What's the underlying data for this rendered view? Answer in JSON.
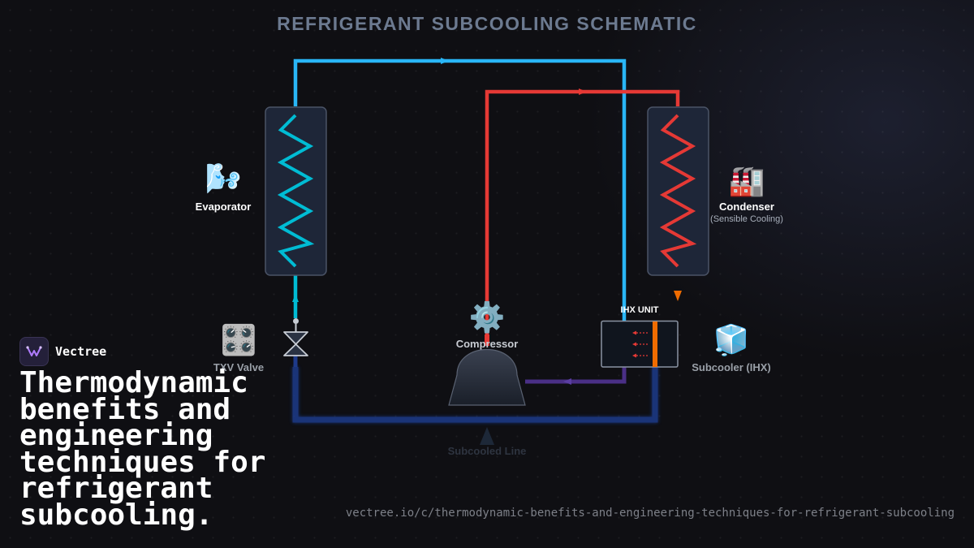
{
  "diagram": {
    "title": "REFRIGERANT SUBCOOLING SCHEMATIC",
    "components": {
      "evaporator": {
        "label": "Evaporator",
        "icon": "wind-face-icon"
      },
      "condenser": {
        "label": "Condenser",
        "sublabel": "(Sensible Cooling)",
        "icon": "factory-icon"
      },
      "txv_valve": {
        "label": "TXV Valve",
        "icon": "control-knobs-icon"
      },
      "compressor": {
        "label": "Compressor",
        "icon": "gear-icon"
      },
      "ihx_unit": {
        "label": "IHX UNIT"
      },
      "subcooler": {
        "label": "Subcooler (IHX)",
        "icon": "ice-cube-icon"
      },
      "subcooled_line": {
        "label": "Subcooled Line"
      }
    },
    "colors": {
      "cold_line": "#29b6f6",
      "evaporator_coil": "#00bcd4",
      "hot_line": "#e53935",
      "suction_line": "#4a2f86",
      "subcooled_line": "#1e3a8a",
      "ihx_accent": "#ef6c00",
      "panel": "#1e2638"
    }
  },
  "brand": {
    "name": "Vectree",
    "headline": "Thermodynamic benefits and engineering techniques for refrigerant subcooling.",
    "url": "vectree.io/c/thermodynamic-benefits-and-engineering-techniques-for-refrigerant-subcooling"
  }
}
